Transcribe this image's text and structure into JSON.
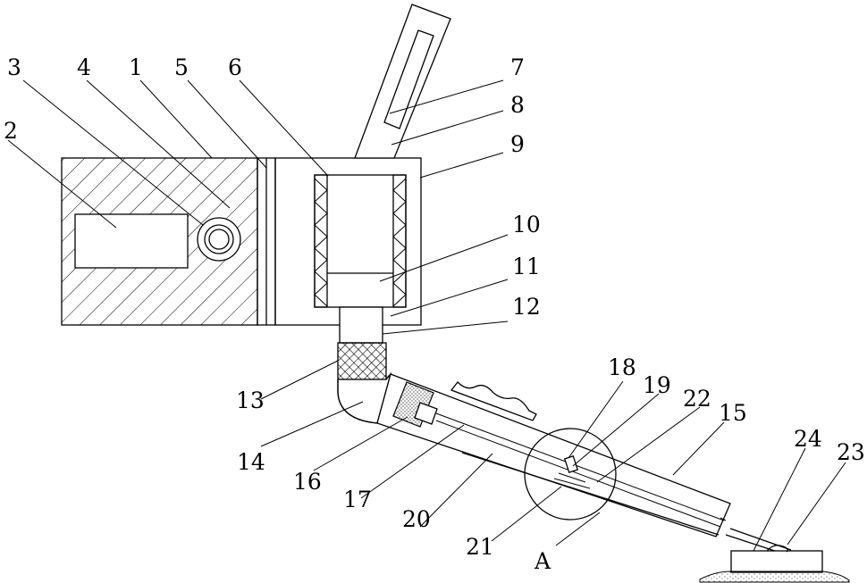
{
  "labels": {
    "l1": "1",
    "l2": "2",
    "l3": "3",
    "l4": "4",
    "l5": "5",
    "l6": "6",
    "l7": "7",
    "l8": "8",
    "l9": "9",
    "l10": "10",
    "l11": "11",
    "l12": "12",
    "l13": "13",
    "l14": "14",
    "l15": "15",
    "l16": "16",
    "l17": "17",
    "l18": "18",
    "l19": "19",
    "l20": "20",
    "l21": "21",
    "l22": "22",
    "l23": "23",
    "l24": "24",
    "detail": "A"
  }
}
